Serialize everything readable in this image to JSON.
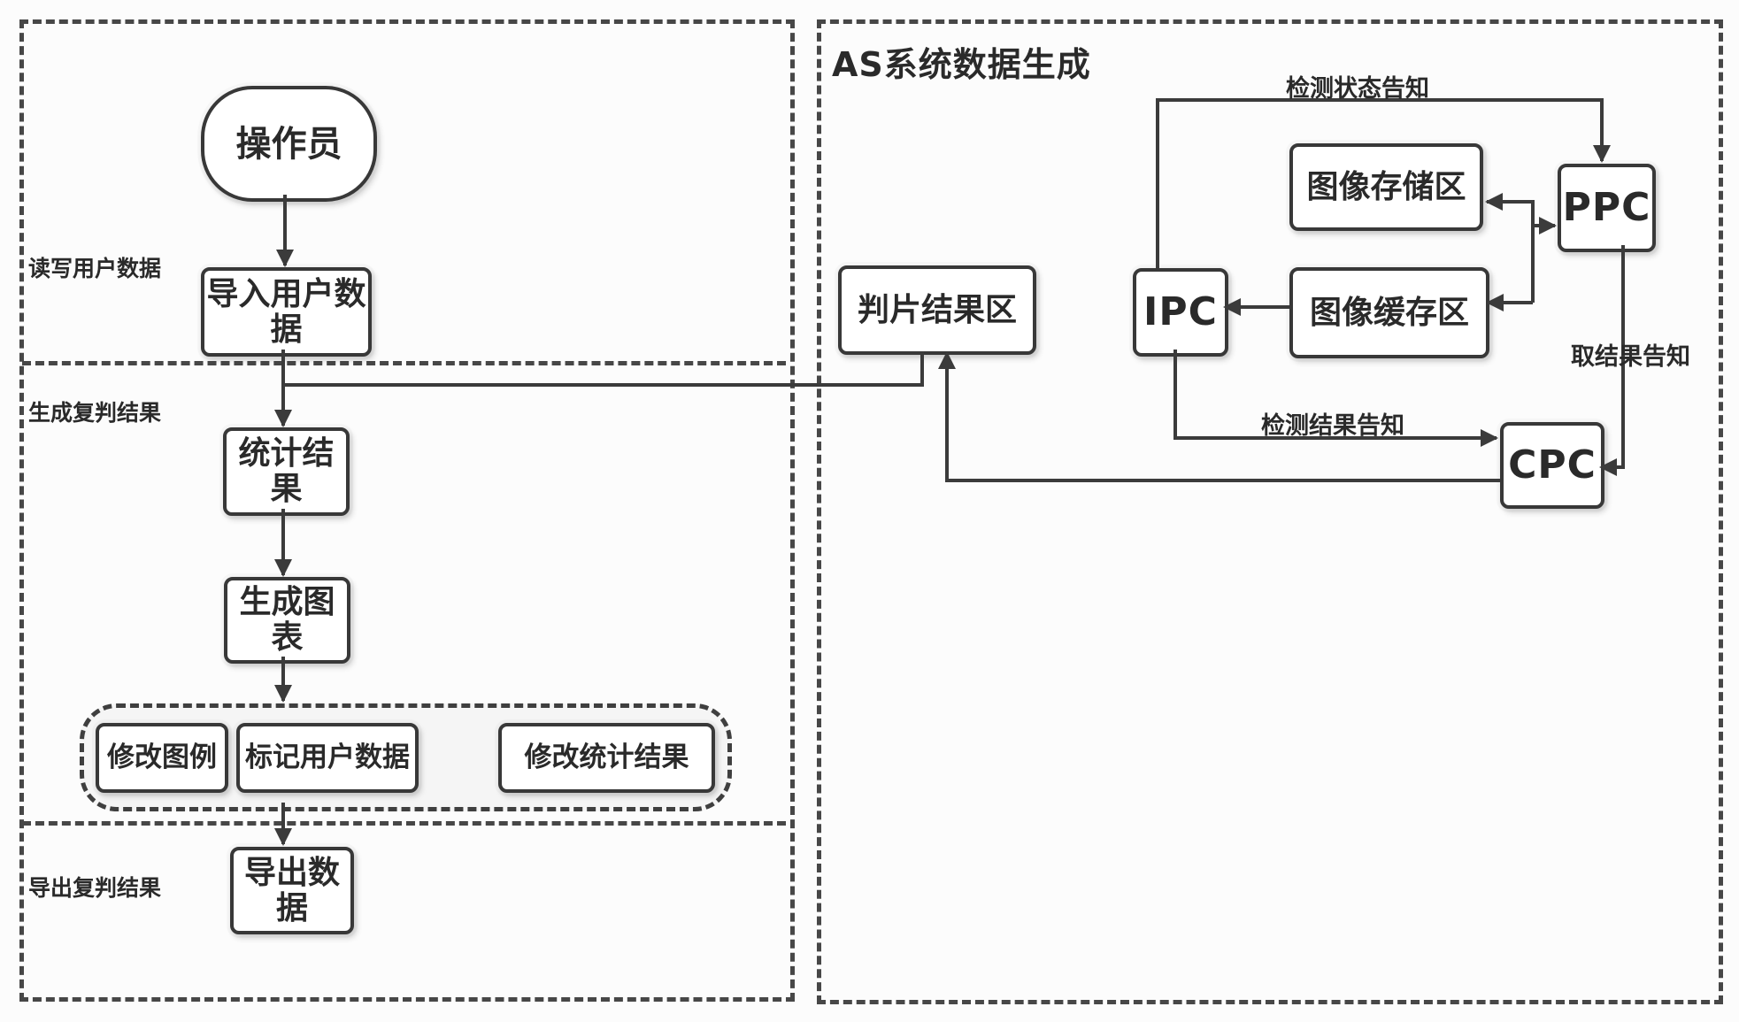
{
  "left_panel": {
    "sections": [
      {
        "label": "读写用户数据"
      },
      {
        "label": "生成复判结果"
      },
      {
        "label": "导出复判结果"
      }
    ],
    "nodes": {
      "operator": "操作员",
      "import_user_data": "导入用户数据",
      "stats_result": "统计结果",
      "generate_chart": "生成图表",
      "edit_legend": "修改图例",
      "mark_user_data": "标记用户数据",
      "edit_stats_result": "修改统计结果",
      "export_data": "导出数据"
    }
  },
  "right_panel": {
    "title": "AS系统数据生成",
    "nodes": {
      "judge_result_area": "判片结果区",
      "ipc": "IPC",
      "image_storage_area": "图像存储区",
      "image_cache_area": "图像缓存区",
      "ppc": "PPC",
      "cpc": "CPC"
    },
    "edge_labels": {
      "detect_status_notify": "检测状态告知",
      "fetch_result_notify": "取结果告知",
      "detect_result_notify": "检测结果告知"
    }
  },
  "colors": {
    "line": "#3b3b3b",
    "box_border": "#383838",
    "box_fill": "#ffffff",
    "text": "#2a2a2a",
    "bg": "#fcfcfc"
  }
}
